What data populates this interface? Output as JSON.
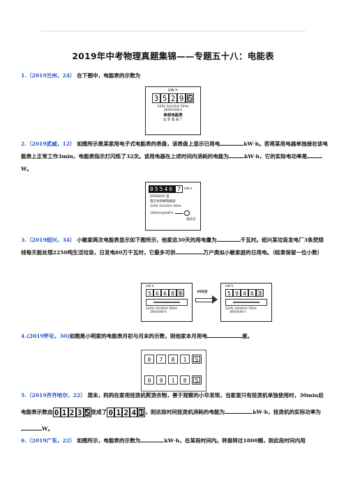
{
  "title": "2019年中考物理真题集锦——专题五十八：电能表",
  "q1": {
    "num": "1.",
    "source": "（2019兰州，24）",
    "text": "在下图中，电能表的示数为",
    "meter": {
      "unit": "kW·h",
      "digits": [
        "3",
        "5",
        "2",
        "9",
        "6"
      ],
      "spec": "220V  10(20)A  50Hz",
      "rev": "3600r/kW·h",
      "name": "单相电能表",
      "maker": "北 京 电 表 厂"
    }
  },
  "q2": {
    "num": "2.",
    "source": "（2019武威，12）",
    "text_a": "如图所示是某家用电子式电能表的表盘，该表盘上显示已用电",
    "unit_a": "kW·h。若将某用电器单独接在该电能表上正常工作3min，电能表指示灯闪烁了32次。该用电器在上述时间内消耗的电能为",
    "unit_b": "kW·h，它的实际电功率是",
    "unit_c": "W。",
    "meter": {
      "unit": "kW·h",
      "digits": [
        "0",
        "5",
        "5",
        "4",
        "6",
        "7"
      ],
      "model": "DDS8445 型",
      "name": "电子式单相电能表",
      "spec": "220V  10(20)A  50Hz",
      "imp": "1600imp/kW·h",
      "lamp": "指示灯"
    }
  },
  "q3": {
    "num": "3.",
    "source": "（2019绍兴，34）",
    "text_a": "小敏家两次电能表显示如下图所示，他家这30天的用电量为",
    "unit_a": "千瓦时。绍兴某垃圾发电厂3条焚烧线每天能处理2250吨生活垃圾，日发电80万千瓦时，它最多可供",
    "unit_b": "万户类似小敏家庭的日用电。（结果保留一位小数）",
    "arrow": "30天后",
    "meter_a": {
      "unit": "kW·h",
      "digits": [
        "5",
        "6",
        "6",
        "8",
        "9"
      ],
      "spec": "220V  10(40)A  50Hz",
      "rev": "360r/kW·h"
    },
    "meter_b": {
      "unit": "kW·h",
      "digits": [
        "5",
        "9",
        "4",
        "6",
        "3"
      ],
      "spec": "220V  10(40)A  50Hz",
      "rev": "360r/kW·h"
    }
  },
  "q4": {
    "num": "4.",
    "source": "(2019怀化，30)",
    "text_a": "如图是小明家的电能表月初与月末的示数，则他家本月用电",
    "unit_a": "度。",
    "row1": [
      "0",
      "7",
      "8",
      "1",
      "5"
    ],
    "row2": [
      "0",
      "9",
      "1",
      "8",
      "5"
    ]
  },
  "q5": {
    "num": "5.",
    "source": "（2019齐齐哈尔，22）",
    "text_a": "周末，妈妈在家用挂烫机熨烫衣物，善于观察的小华发现，当家里只有挂烫机单独使用时，30min后电能表示数由",
    "reading_a": [
      "0",
      "1",
      "2",
      "3",
      "5"
    ],
    "text_b": "变成了",
    "reading_b": [
      "0",
      "1",
      "2",
      "4",
      "1"
    ],
    "text_c": "，则这段时间挂烫机消耗的电能为",
    "unit_a": "kW·h，挂烫机的实际功率为",
    "unit_b": "W。"
  },
  "q6": {
    "num": "6.",
    "source": "（2019广东，22）",
    "text_a": "如图所示，电能表的示数为",
    "unit_a": "kW·h，在某段时间内。转盘转过1800圈，则此段时间内用"
  }
}
